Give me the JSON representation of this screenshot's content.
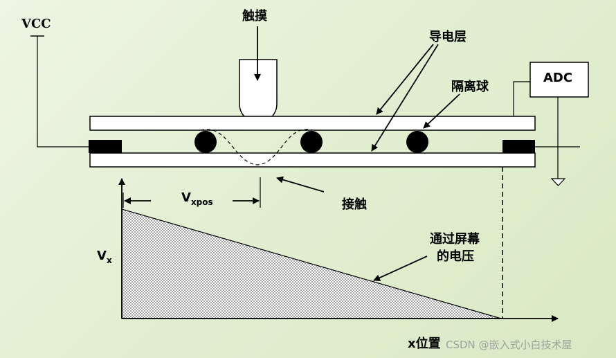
{
  "labels": {
    "vcc": "VCC",
    "touch": "触摸",
    "conductive_layer": "导电层",
    "spacer_ball": "隔离球",
    "adc": "ADC",
    "contact": "接触",
    "vxpos_main": "V",
    "vxpos_sub": "xpos",
    "vx_main": "V",
    "vx_sub": "x",
    "voltage_line1": "通过屏幕",
    "voltage_line2": "的电压",
    "x_position": "x位置"
  },
  "watermark": "CSDN @嵌入式小白技术屋",
  "colors": {
    "background": "#e3efd2",
    "line": "#000000",
    "fill": "#ffffff",
    "electrode": "#000000"
  }
}
